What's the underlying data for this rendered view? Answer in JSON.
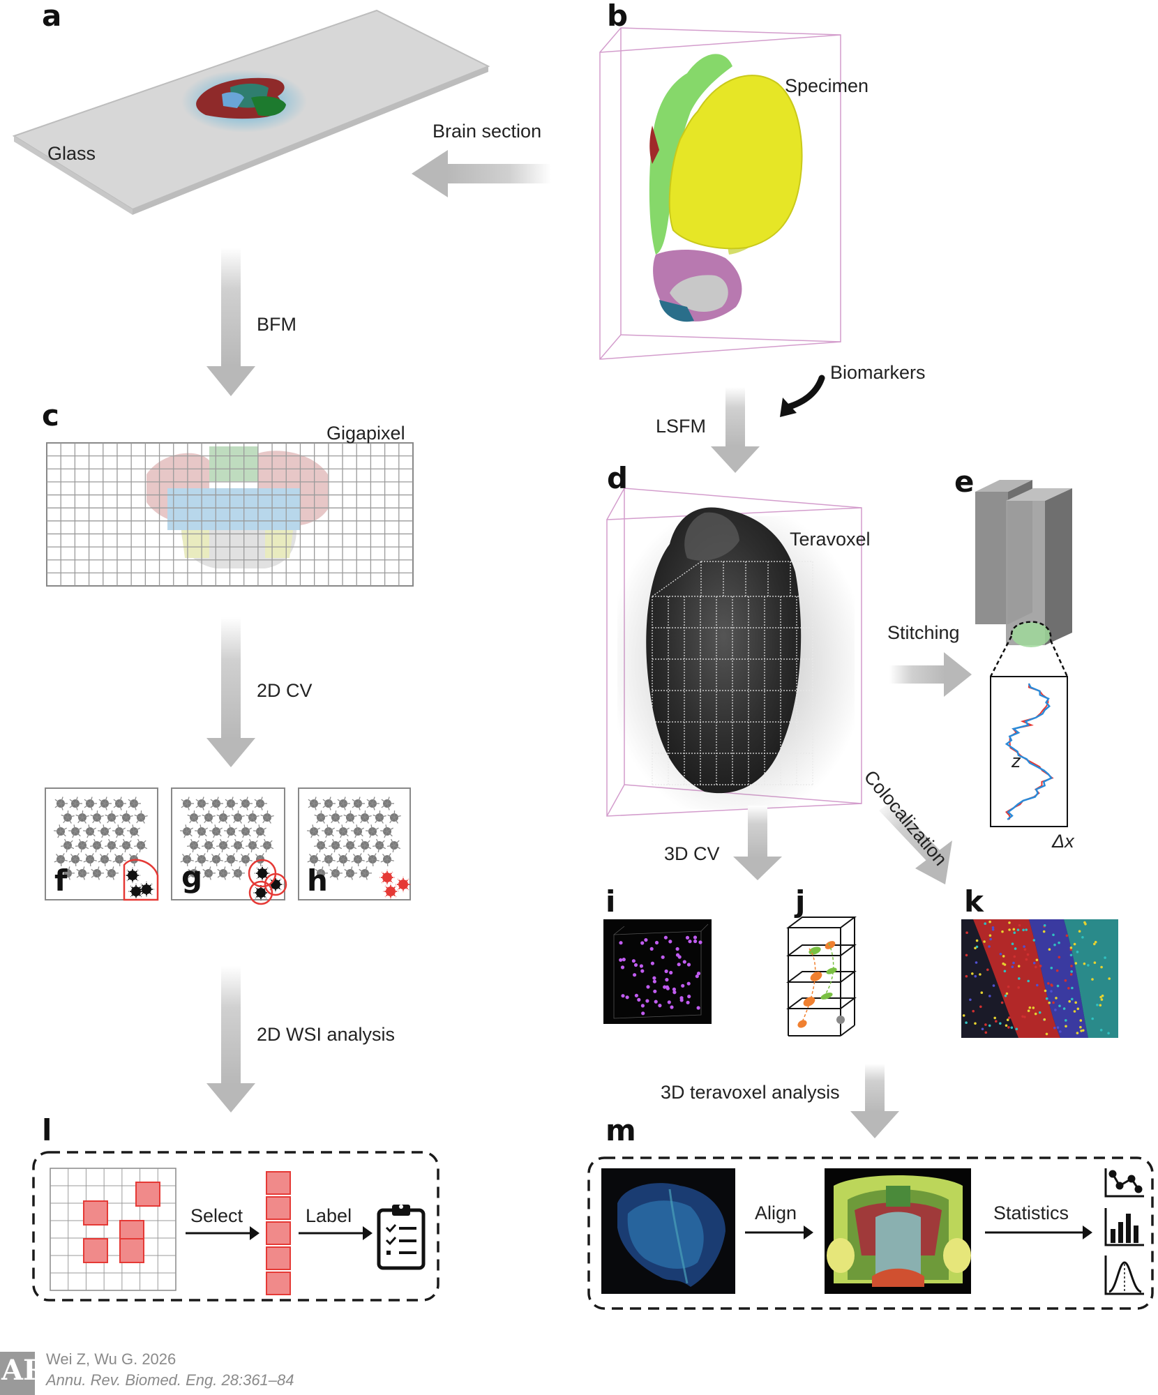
{
  "panels": {
    "a": "a",
    "b": "b",
    "c": "c",
    "d": "d",
    "e": "e",
    "f": "f",
    "g": "g",
    "h": "h",
    "i": "i",
    "j": "j",
    "k": "k",
    "l": "l",
    "m": "m"
  },
  "labels": {
    "glass": "Glass",
    "brain_section": "Brain section",
    "specimen": "Specimen",
    "bfm": "BFM",
    "biomarkers": "Biomarkers",
    "lsfm": "LSFM",
    "gigapixel": "Gigapixel",
    "teravoxel": "Teravoxel",
    "stitching": "Stitching",
    "cv2d": "2D CV",
    "z_axis": "z",
    "dx_axis": "Δx",
    "colocalization": "Colocalization",
    "cv3d": "3D CV",
    "wsi2d": "2D WSI analysis",
    "teravoxel3d": "3D teravoxel analysis",
    "select": "Select",
    "label": "Label",
    "align": "Align",
    "statistics": "Statistics"
  },
  "colors": {
    "arrow_gray": "#c4c4c4",
    "highlight_red": "#e53935",
    "tile_pink": "#f28a8a",
    "frame_pink": "#d7a7d0",
    "brain_yellow": "#e6e626",
    "brain_green": "#86d86a"
  },
  "credit": {
    "logo": "AR",
    "authors": "Wei Z, Wu G. 2026",
    "journal": "Annu. Rev. Biomed. Eng. 28:361–84"
  }
}
